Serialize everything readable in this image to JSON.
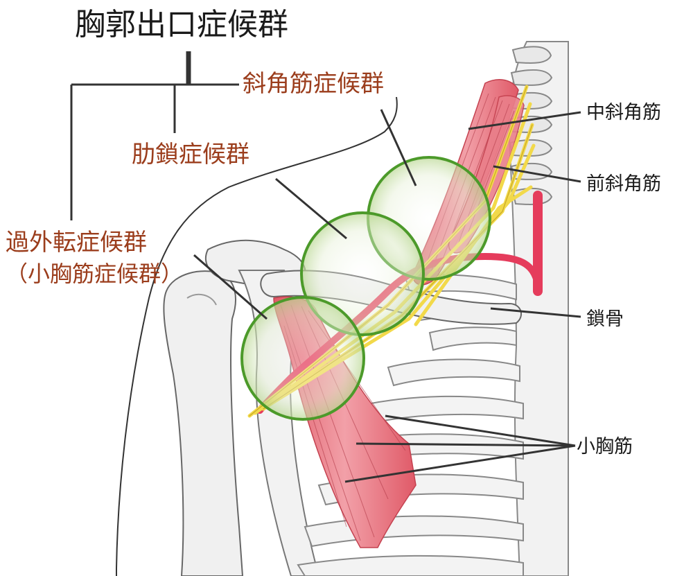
{
  "title": "胸郭出口症候群",
  "syndromes": {
    "scalene": "斜角筋症候群",
    "costoclavicular": "肋鎖症候群",
    "hyperabduction": "過外転症候群",
    "hyperabduction_alt": "（小胸筋症候群）"
  },
  "anatomy": {
    "middle_scalene": "中斜角筋",
    "anterior_scalene": "前斜角筋",
    "clavicle": "鎖骨",
    "pectoralis_minor": "小胸筋"
  },
  "colors": {
    "syndrome_text": "#9b3d1c",
    "circle_outline": "#4c9a2a",
    "muscle": "#e8707c",
    "nerve": "#f2d94a",
    "artery": "#e53c5c",
    "bone_fill": "#f0f0f0"
  }
}
